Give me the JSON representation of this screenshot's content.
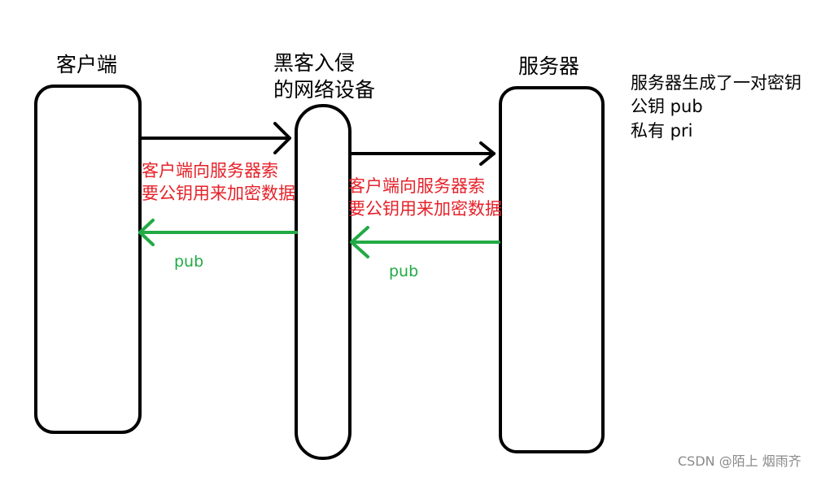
{
  "nodes": {
    "client": {
      "label": "客户端"
    },
    "hacker": {
      "label_line1": "黑客入侵",
      "label_line2": "的网络设备"
    },
    "server": {
      "label": "服务器"
    }
  },
  "note": {
    "line1": "服务器生成了一对密钥",
    "line2": "公钥 pub",
    "line3": "私有 pri"
  },
  "messages": {
    "left_request": {
      "line1": "客户端向服务器索",
      "line2": "要公钥用来加密数据"
    },
    "right_request": {
      "line1": "客户端向服务器索",
      "line2": "要公钥用来加密数据"
    },
    "left_response": "pub",
    "right_response": "pub"
  },
  "watermark": "CSDN @陌上 烟雨齐",
  "colors": {
    "request_arrow": "#000000",
    "request_text": "#e5222a",
    "response_arrow": "#22aa44",
    "response_text": "#22aa44"
  }
}
